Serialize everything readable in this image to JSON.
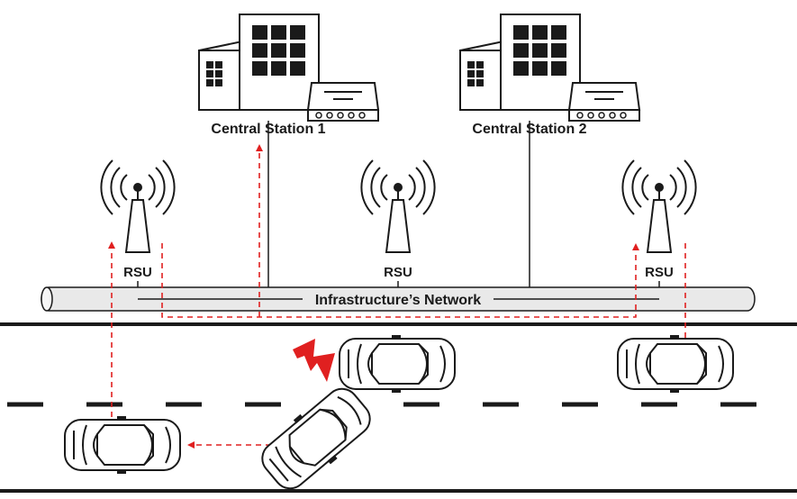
{
  "stations": [
    {
      "label": "Central Station 1"
    },
    {
      "label": "Central Station 2"
    }
  ],
  "rsus": [
    {
      "label": "RSU"
    },
    {
      "label": "RSU"
    },
    {
      "label": "RSU"
    }
  ],
  "network": {
    "label": "Infrastructure’s Network"
  },
  "colors": {
    "line": "#1a1a1a",
    "signal_arrow": "#e02020",
    "lightning": "#e02020",
    "pipe_fill": "#e9e9e9",
    "car_fill": "#ffffff"
  }
}
